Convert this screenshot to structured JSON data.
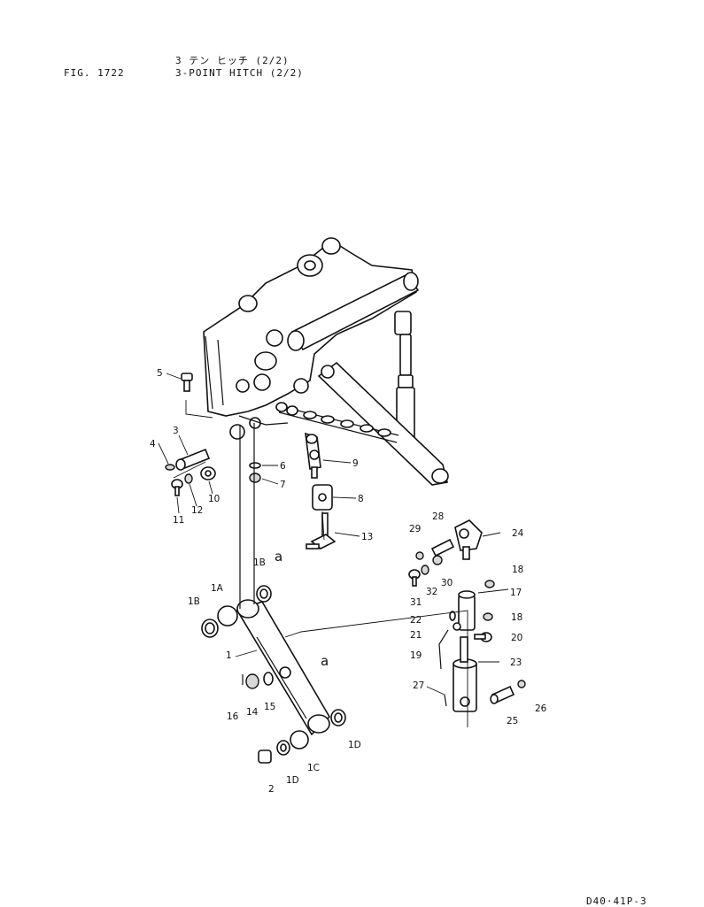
{
  "header": {
    "fig_label": "FIG. 1722",
    "title_jp": "3 テン ヒッチ (2/2)",
    "title_en": "3-POINT HITCH (2/2)"
  },
  "footer": {
    "page_code": "D40·41P-3"
  },
  "reference_marks": [
    "a",
    "a"
  ],
  "callouts": [
    "5",
    "4",
    "3",
    "11",
    "12",
    "10",
    "6",
    "7",
    "9",
    "8",
    "13",
    "1B",
    "1A",
    "1B",
    "1",
    "16",
    "14",
    "15",
    "1D",
    "1C",
    "1D",
    "2",
    "28",
    "29",
    "24",
    "32",
    "30",
    "31",
    "18",
    "17",
    "22",
    "18",
    "21",
    "20",
    "19",
    "23",
    "27",
    "26",
    "25"
  ]
}
